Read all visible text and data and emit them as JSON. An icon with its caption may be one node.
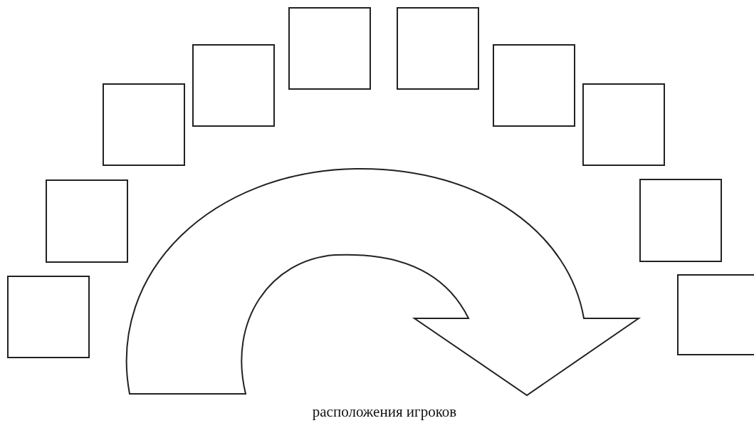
{
  "diagram": {
    "caption": "расположения игроков",
    "nodes": [
      {
        "text": [],
        "shape": "box"
      },
      {
        "text": [],
        "shape": "box"
      },
      {
        "text": [],
        "shape": "box"
      },
      {
        "text": [],
        "shape": "box"
      },
      {
        "text": [],
        "shape": "box"
      },
      {
        "text": [],
        "shape": "box"
      },
      {
        "text": [],
        "shape": "box"
      },
      {
        "text": [],
        "shape": "box"
      },
      {
        "text": [],
        "shape": "box"
      },
      {
        "text": [],
        "shape": "box"
      }
    ],
    "edges": []
  }
}
